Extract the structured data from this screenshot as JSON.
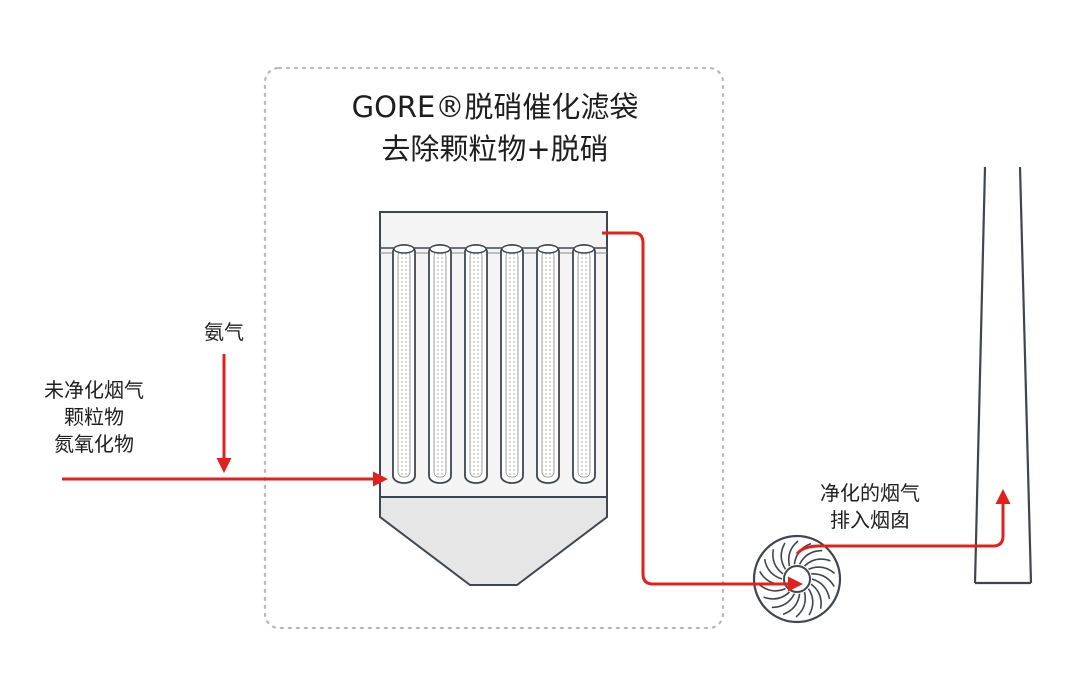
{
  "diagram": {
    "title_line1": "GORE®脱硝催化滤袋",
    "title_line2": "去除颗粒物+脱硝",
    "ammonia_label": "氨气",
    "inlet_label_line1": "未净化烟气",
    "inlet_label_line2": "颗粒物",
    "inlet_label_line3": "氮氧化物",
    "outlet_label_line1": "净化的烟气",
    "outlet_label_line2": "排入烟囱"
  },
  "colors": {
    "flow_arrow": "#e3211c",
    "equipment": "#3f4650",
    "hopper_fill": "#e6e6e6",
    "housing_fill": "#f4f4f4",
    "dotted_border": "#b9b9b9"
  },
  "filter_bag_count": 6
}
